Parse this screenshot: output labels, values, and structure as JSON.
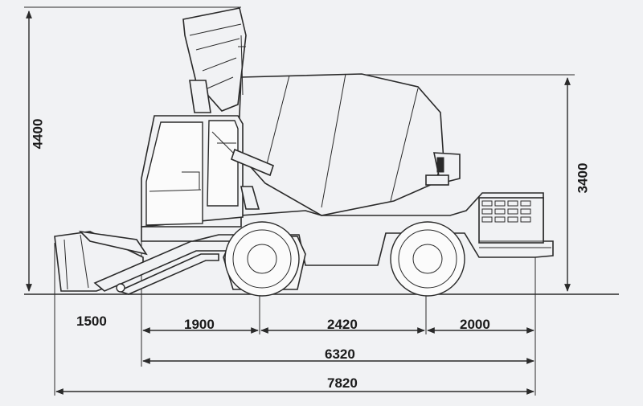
{
  "dimensions": {
    "overall_height": "4400",
    "drum_height": "3400",
    "front_overhang": "1500",
    "front_axle_offset": "1900",
    "wheelbase": "2420",
    "rear_overhang": "2000",
    "body_length": "6320",
    "overall_length": "7820"
  },
  "colors": {
    "background": "#f1f2f4",
    "stroke": "#2a2a2a",
    "text": "#1a1a1a"
  }
}
